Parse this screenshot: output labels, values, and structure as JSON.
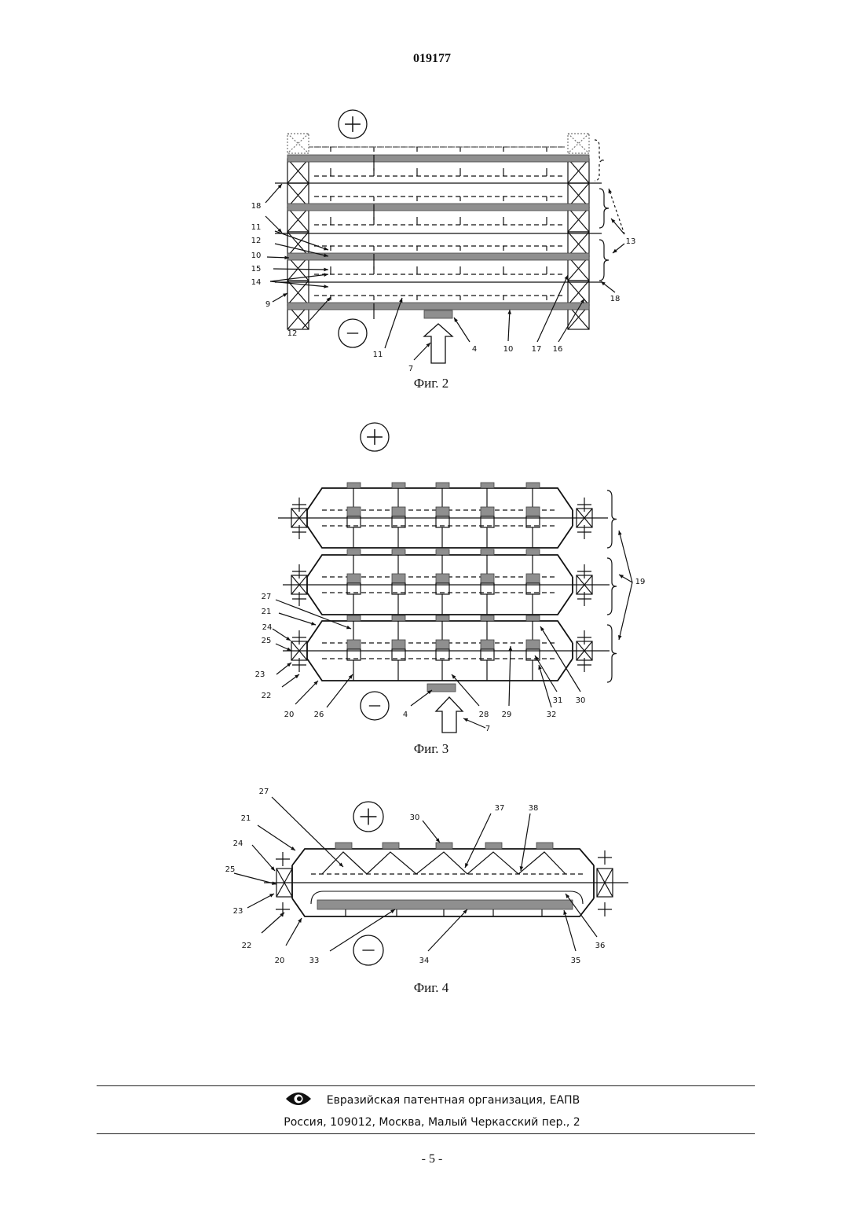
{
  "document_number": "019177",
  "figures": [
    {
      "caption": "Фиг. 2",
      "labels": [
        "18",
        "11",
        "12",
        "10",
        "15",
        "14",
        "9",
        "12",
        "11",
        "7",
        "4",
        "10",
        "17",
        "16",
        "18",
        "13"
      ],
      "plus_sign": "+",
      "minus_sign": "—"
    },
    {
      "caption": "Фиг. 3",
      "labels": [
        "27",
        "21",
        "24",
        "25",
        "23",
        "22",
        "20",
        "26",
        "4",
        "28",
        "29",
        "7",
        "31",
        "30",
        "32",
        "19"
      ],
      "plus_sign": "+",
      "minus_sign": "—"
    },
    {
      "caption": "Фиг. 4",
      "labels": [
        "27",
        "30",
        "37",
        "38",
        "21",
        "24",
        "25",
        "23",
        "22",
        "20",
        "33",
        "34",
        "35",
        "36"
      ],
      "plus_sign": "+",
      "minus_sign": "—"
    }
  ],
  "footer": {
    "organization": "Евразийская патентная организация, ЕАПВ",
    "address": "Россия, 109012, Москва, Малый Черкасский пер., 2"
  },
  "page_number": "- 5 -"
}
